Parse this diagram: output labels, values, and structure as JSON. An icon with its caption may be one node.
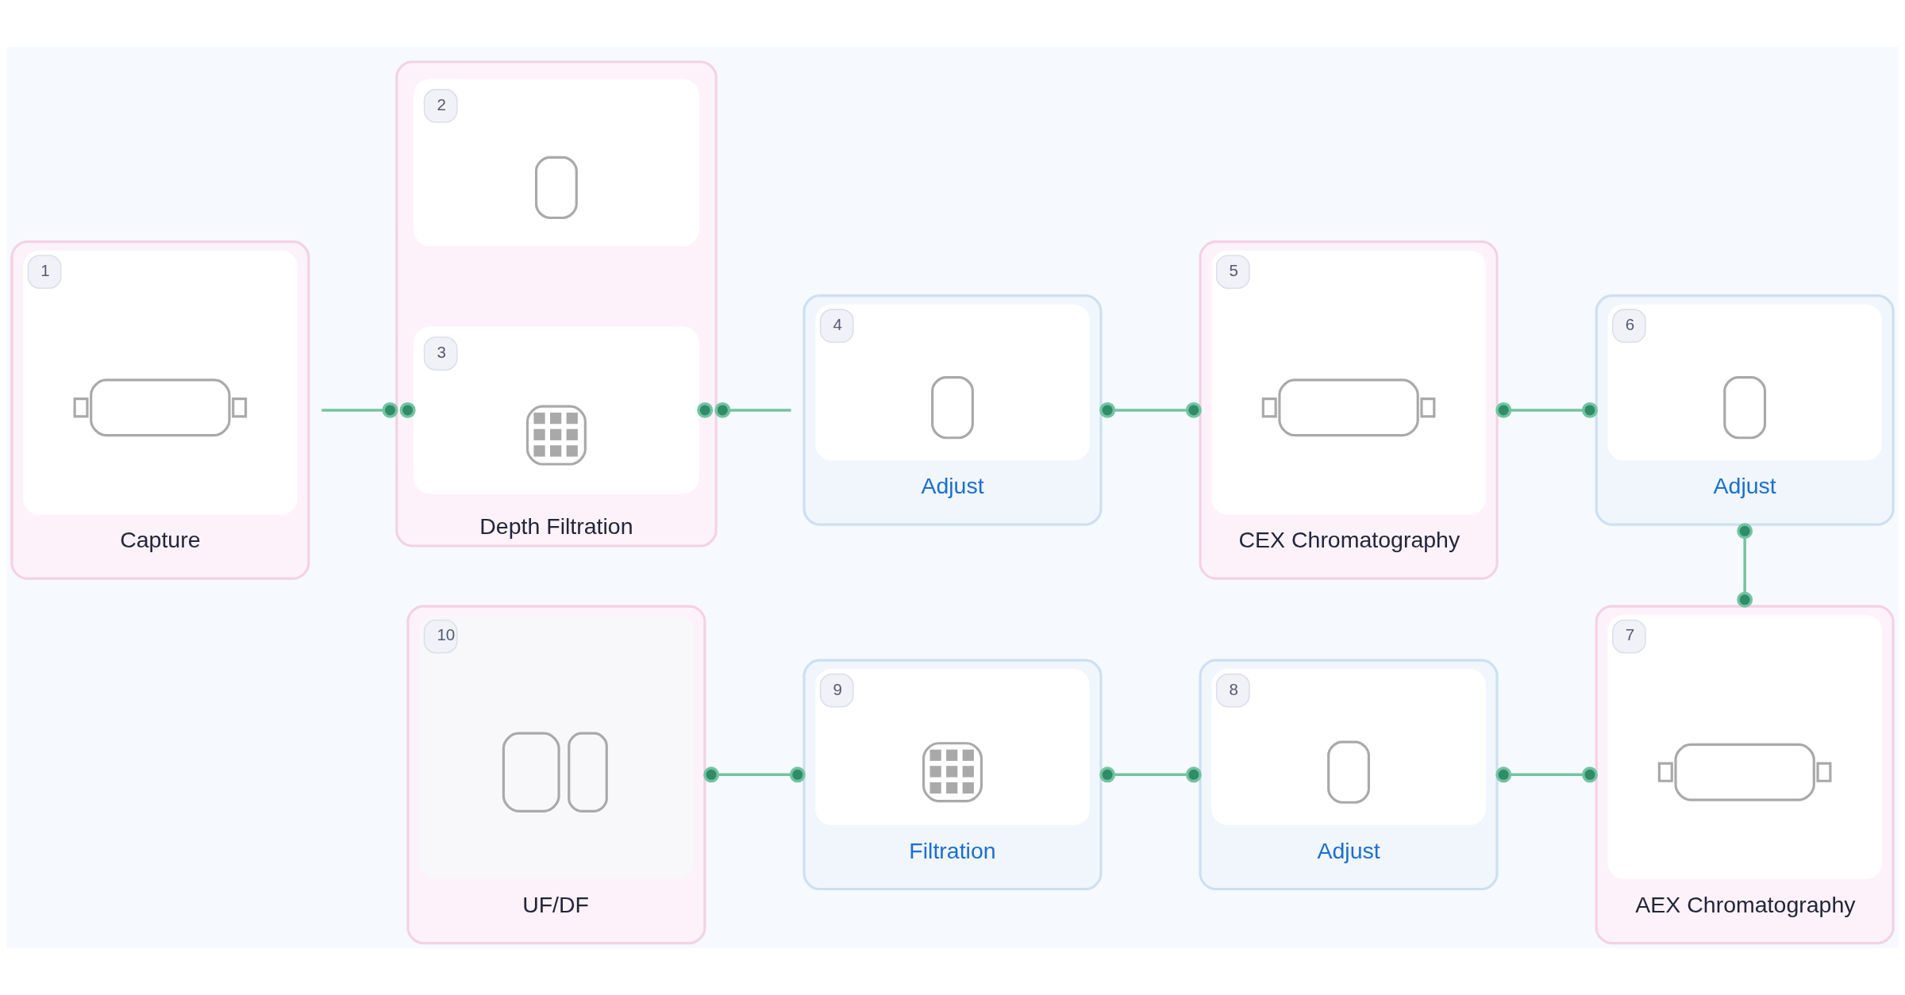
{
  "diagram": {
    "nodes": [
      {
        "text": [
          "1",
          "Capture"
        ]
      },
      {
        "text": [
          "Depth Filtration"
        ]
      },
      {
        "text": [
          "2"
        ],
        "in": 1
      },
      {
        "text": [
          "3"
        ],
        "in": 1
      },
      {
        "text": [
          "4",
          "Adjust"
        ]
      },
      {
        "text": [
          "5",
          "CEX Chromatography"
        ]
      },
      {
        "text": [
          "6",
          "Adjust"
        ]
      },
      {
        "text": [
          "7",
          "AEX Chromatography"
        ]
      },
      {
        "text": [
          "8",
          "Adjust"
        ]
      },
      {
        "text": [
          "9",
          "Filtration"
        ]
      },
      {
        "text": [
          "10",
          "UF/DF"
        ]
      }
    ],
    "edges": [
      {
        "from": 0,
        "to": 1,
        "arrow": "other"
      },
      {
        "from": 1,
        "to": 4,
        "arrow": "other"
      },
      {
        "from": 4,
        "to": 5,
        "arrow": "other"
      },
      {
        "from": 5,
        "to": 6,
        "arrow": "other"
      },
      {
        "from": 6,
        "to": 7,
        "arrow": "other"
      },
      {
        "from": 7,
        "to": 8,
        "arrow": "other"
      },
      {
        "from": 8,
        "to": 9,
        "arrow": "other"
      },
      {
        "from": 9,
        "to": 10,
        "arrow": "other"
      }
    ]
  }
}
